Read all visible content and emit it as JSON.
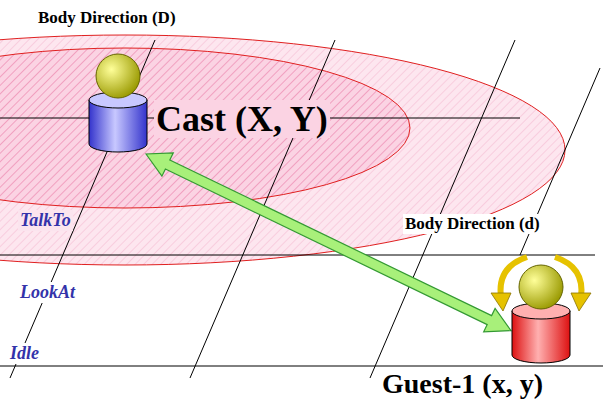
{
  "diagram": {
    "nodes": [
      {
        "text": [
          "Cast (X, Y)"
        ]
      },
      {
        "text": [
          "Guest-1 (x, y)"
        ]
      }
    ],
    "edges": [
      {
        "from": 0,
        "to": 1,
        "arrow": "both"
      }
    ],
    "labels": [
      "Body Direction (D)",
      "Body Direction (d)",
      "TalkTo",
      "LookAt",
      "Idle"
    ]
  }
}
